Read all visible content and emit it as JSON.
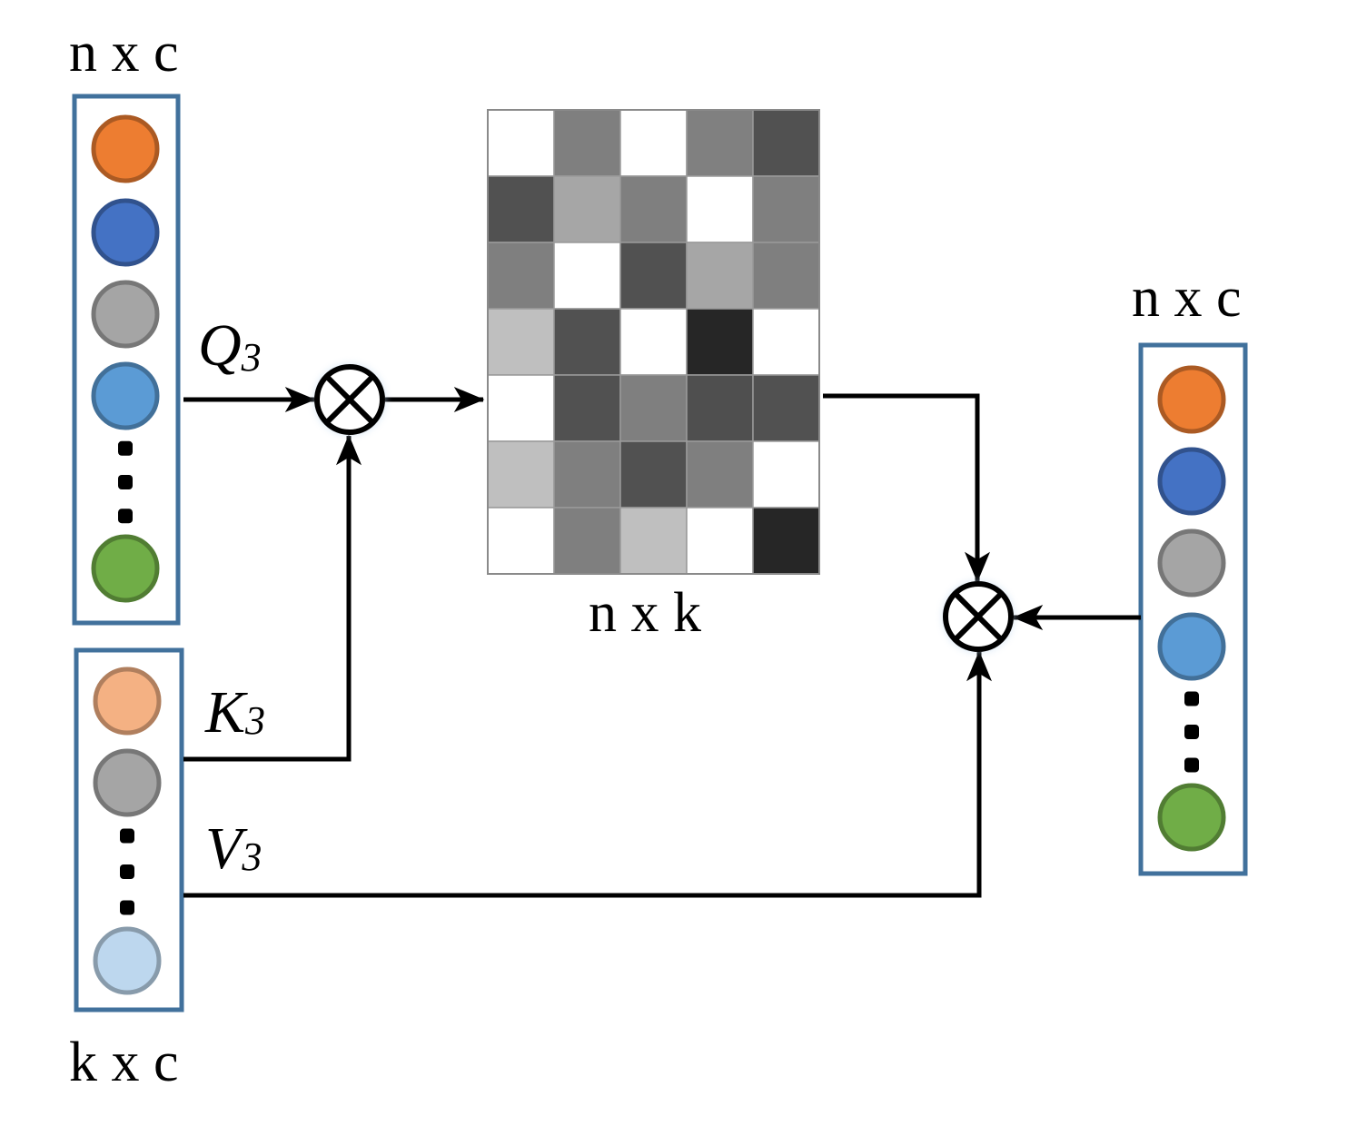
{
  "labels": {
    "q_top_dim": "n x c",
    "kv_bottom_dim": "k x c",
    "matrix_dim": "n x k",
    "out_dim": "n x c",
    "q_letter": "Q",
    "q_sub": "3",
    "k_letter": "K",
    "k_sub": "3",
    "v_letter": "V",
    "v_sub": "3"
  },
  "colors": {
    "box_border": "#41719c",
    "orange": "#ed7d31",
    "dark_blue": "#4472c4",
    "gray": "#a5a5a5",
    "light_blue": "#5b9bd5",
    "green": "#70ad47",
    "peach": "#f4b183",
    "pale_blue": "#bdd7ee"
  },
  "icons": {
    "multiply_op": "circled-times-icon",
    "arrow": "arrowhead-icon"
  },
  "query_nodes": [
    "orange",
    "dark_blue",
    "gray",
    "light_blue",
    "ellipsis",
    "green"
  ],
  "key_value_nodes": [
    "peach",
    "gray",
    "ellipsis",
    "pale_blue"
  ],
  "output_nodes": [
    "orange",
    "dark_blue",
    "gray",
    "light_blue",
    "ellipsis",
    "green"
  ],
  "attention_matrix": [
    [
      "#ffffff",
      "#7f7f7f",
      "#ffffff",
      "#808080",
      "#515151"
    ],
    [
      "#515151",
      "#a6a6a6",
      "#7f7f7f",
      "#ffffff",
      "#7f7f7f"
    ],
    [
      "#7f7f7f",
      "#ffffff",
      "#515151",
      "#a6a6a6",
      "#7f7f7f"
    ],
    [
      "#bfbfbf",
      "#515151",
      "#ffffff",
      "#262626",
      "#ffffff"
    ],
    [
      "#ffffff",
      "#515151",
      "#7f7f7f",
      "#4f4f4f",
      "#515151"
    ],
    [
      "#bfbfbf",
      "#7f7f7f",
      "#515151",
      "#7f7f7f",
      "#ffffff"
    ],
    [
      "#ffffff",
      "#7f7f7f",
      "#bfbfbf",
      "#ffffff",
      "#262626"
    ]
  ]
}
